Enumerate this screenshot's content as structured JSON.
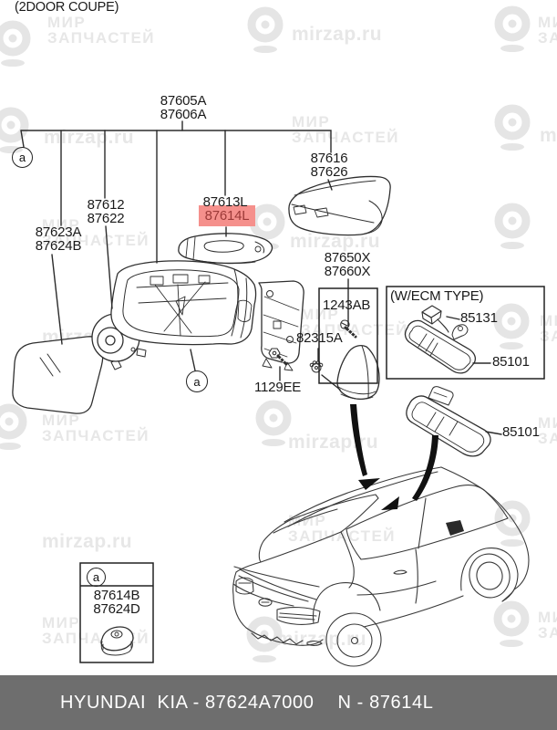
{
  "meta": {
    "variant": "(2DOOR COUPE)"
  },
  "watermark": {
    "brand_line1": "МИР",
    "brand_line2": "ЗАПЧАСТЕЙ",
    "site": "mirzap.ru"
  },
  "diagram": {
    "marker": "a",
    "labels": {
      "mirror_assembly": {
        "l1": "87605A",
        "l2": "87606A"
      },
      "cover": {
        "l1": "87616",
        "l2": "87626"
      },
      "actuator": {
        "l1": "87612",
        "l2": "87622"
      },
      "lamp_bracket": {
        "l1": "87613L",
        "l2": "87614L"
      },
      "glass": {
        "l1": "87623A",
        "l2": "87624B"
      },
      "base_cover": {
        "l1": "87650X",
        "l2": "87660X"
      },
      "screw": "1243AB",
      "grommet": "82315A",
      "bolt": "1129EE",
      "ecm_title": "(W/ECM TYPE)",
      "ecm_sensor": "85131",
      "ecm_mirror": "85101",
      "inside_mirror": "85101",
      "detail": {
        "l1": "87614B",
        "l2": "87624D"
      }
    },
    "highlighted_part": "87614L"
  },
  "footer": {
    "left": "HYUNDAI  KIA - 87624A7000",
    "right": "N - 87614L"
  },
  "colors": {
    "highlight_bg": "#f5908c",
    "highlight_text": "#9c3a38",
    "footer_bg": "#6e6e6e",
    "footer_text": "#ffffff",
    "line": "#2b2b2b",
    "watermark": "#e7e7e7"
  }
}
